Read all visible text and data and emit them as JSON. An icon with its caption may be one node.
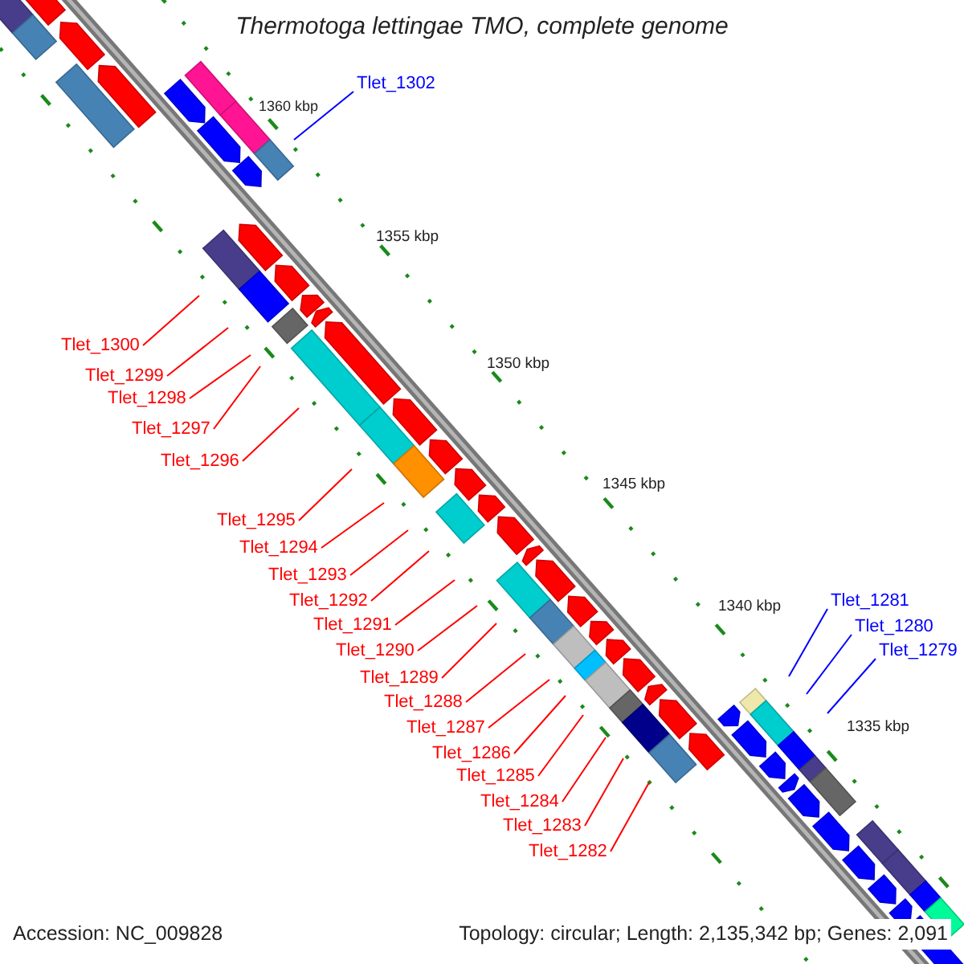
{
  "diagram": {
    "title": "Thermotoga lettingae TMO, complete genome",
    "nodes": [
      {
        "text": [
          "Tlet_1302"
        ]
      },
      {
        "text": [
          "Tlet_1300"
        ]
      },
      {
        "text": [
          "Tlet_1299"
        ]
      },
      {
        "text": [
          "Tlet_1298"
        ]
      },
      {
        "text": [
          "Tlet_1297"
        ]
      },
      {
        "text": [
          "Tlet_1296"
        ]
      },
      {
        "text": [
          "Tlet_1295"
        ]
      },
      {
        "text": [
          "Tlet_1294"
        ]
      },
      {
        "text": [
          "Tlet_1293"
        ]
      },
      {
        "text": [
          "Tlet_1292"
        ]
      },
      {
        "text": [
          "Tlet_1291"
        ]
      },
      {
        "text": [
          "Tlet_1290"
        ]
      },
      {
        "text": [
          "Tlet_1289"
        ]
      },
      {
        "text": [
          "Tlet_1288"
        ]
      },
      {
        "text": [
          "Tlet_1287"
        ]
      },
      {
        "text": [
          "Tlet_1286"
        ]
      },
      {
        "text": [
          "Tlet_1285"
        ]
      },
      {
        "text": [
          "Tlet_1284"
        ]
      },
      {
        "text": [
          "Tlet_1283"
        ]
      },
      {
        "text": [
          "Tlet_1282"
        ]
      },
      {
        "text": [
          "Tlet_1281"
        ]
      },
      {
        "text": [
          "Tlet_1280"
        ]
      },
      {
        "text": [
          "Tlet_1279"
        ]
      }
    ],
    "edges": [
      {
        "from": 0,
        "to": null,
        "arrow": "none",
        "color": "#0000ff"
      },
      {
        "from": 1,
        "to": null,
        "arrow": "none"
      },
      {
        "from": 2,
        "to": null,
        "arrow": "none"
      },
      {
        "from": 3,
        "to": null,
        "arrow": "none"
      },
      {
        "from": 4,
        "to": null,
        "arrow": "none"
      },
      {
        "from": 5,
        "to": null,
        "arrow": "none"
      },
      {
        "from": 6,
        "to": null,
        "arrow": "none"
      },
      {
        "from": 7,
        "to": null,
        "arrow": "none"
      },
      {
        "from": 8,
        "to": null,
        "arrow": "none"
      },
      {
        "from": 9,
        "to": null,
        "arrow": "none"
      },
      {
        "from": 10,
        "to": null,
        "arrow": "none"
      },
      {
        "from": 11,
        "to": null,
        "arrow": "none"
      },
      {
        "from": 12,
        "to": null,
        "arrow": "none"
      },
      {
        "from": 13,
        "to": null,
        "arrow": "none"
      },
      {
        "from": 14,
        "to": null,
        "arrow": "none"
      },
      {
        "from": 15,
        "to": null,
        "arrow": "none"
      },
      {
        "from": 16,
        "to": null,
        "arrow": "none"
      },
      {
        "from": 17,
        "to": null,
        "arrow": "none"
      },
      {
        "from": 18,
        "to": null,
        "arrow": "none"
      },
      {
        "from": 19,
        "to": null,
        "arrow": "none"
      },
      {
        "from": 20,
        "to": null,
        "arrow": "none",
        "color": "#0000ff"
      },
      {
        "from": 21,
        "to": null,
        "arrow": "none",
        "color": "#0000ff"
      },
      {
        "from": 22,
        "to": null,
        "arrow": "none",
        "color": "#0000ff"
      }
    ],
    "labels": [
      "1360 kbp",
      "1355 kbp",
      "1350 kbp",
      "1345 kbp",
      "1340 kbp",
      "1335 kbp",
      "Accession: NC_009828",
      "Topology: circular; Length: 2,135,342 bp; Genes: 2,091"
    ]
  }
}
